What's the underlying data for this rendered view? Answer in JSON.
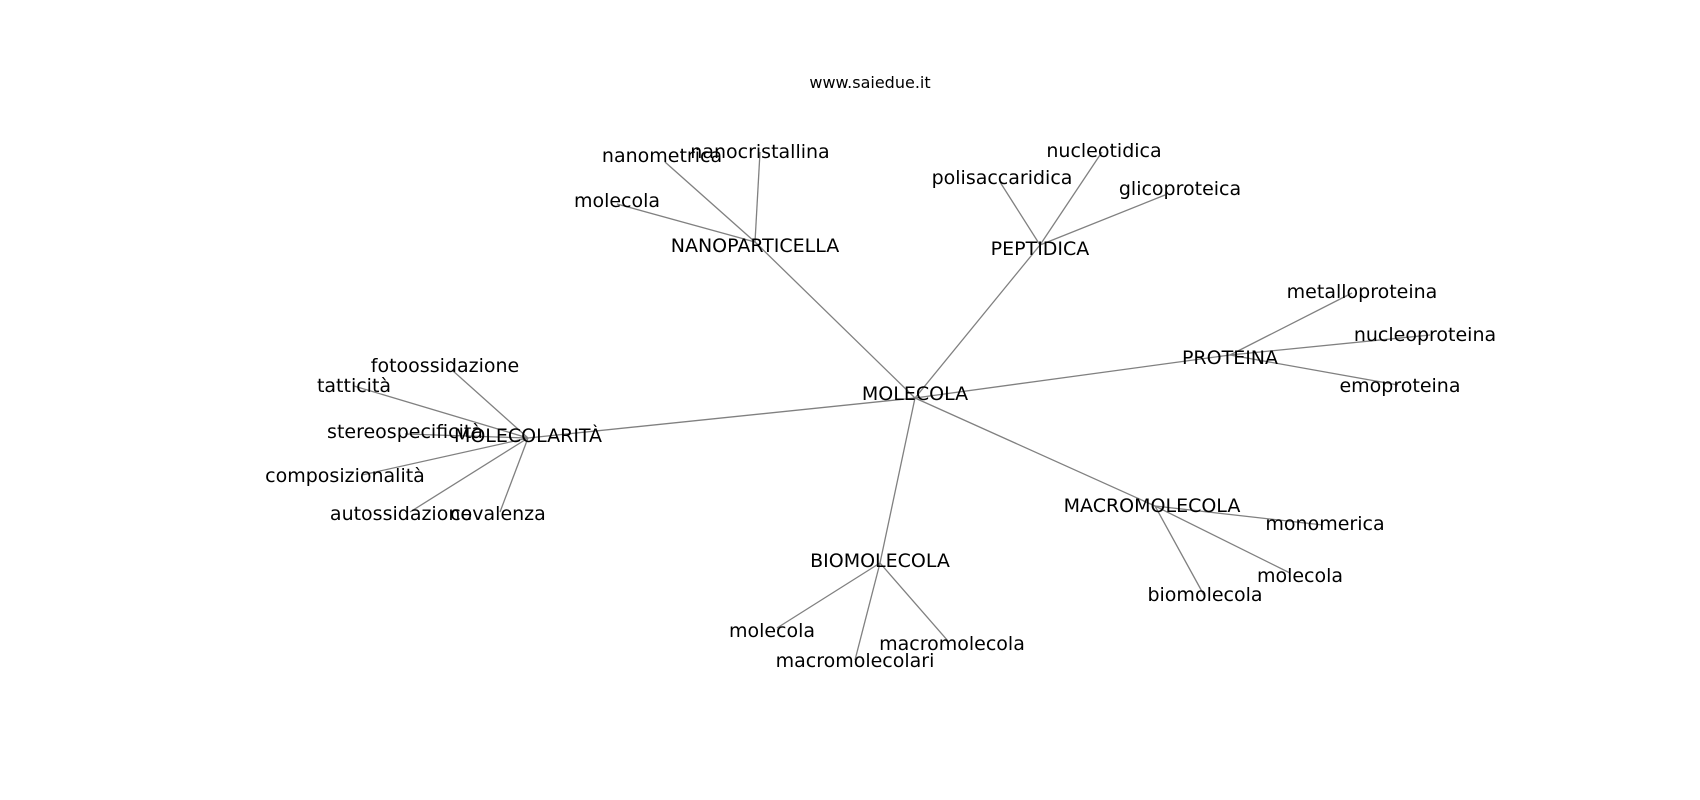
{
  "watermark": "www.saiedue.it",
  "center": "MOLECOLA",
  "hubs": [
    {
      "label": "NANOPARTICELLA",
      "leaves": [
        "nanometrica",
        "nanocristallina",
        "molecola"
      ]
    },
    {
      "label": "PEPTIDICA",
      "leaves": [
        "polisaccaridica",
        "nucleotidica",
        "glicoproteica"
      ]
    },
    {
      "label": "PROTEINA",
      "leaves": [
        "metalloproteina",
        "nucleoproteina",
        "emoproteina"
      ]
    },
    {
      "label": "MOLECOLARITÀ",
      "leaves": [
        "fotoossidazione",
        "tatticità",
        "stereospecificità",
        "composizionalità",
        "autossidazione",
        "covalenza"
      ]
    },
    {
      "label": "BIOMOLECOLA",
      "leaves": [
        "molecola",
        "macromolecolari",
        "macromolecola"
      ]
    },
    {
      "label": "MACROMOLECOLA",
      "leaves": [
        "monomerica",
        "molecola",
        "biomolecola"
      ]
    }
  ]
}
